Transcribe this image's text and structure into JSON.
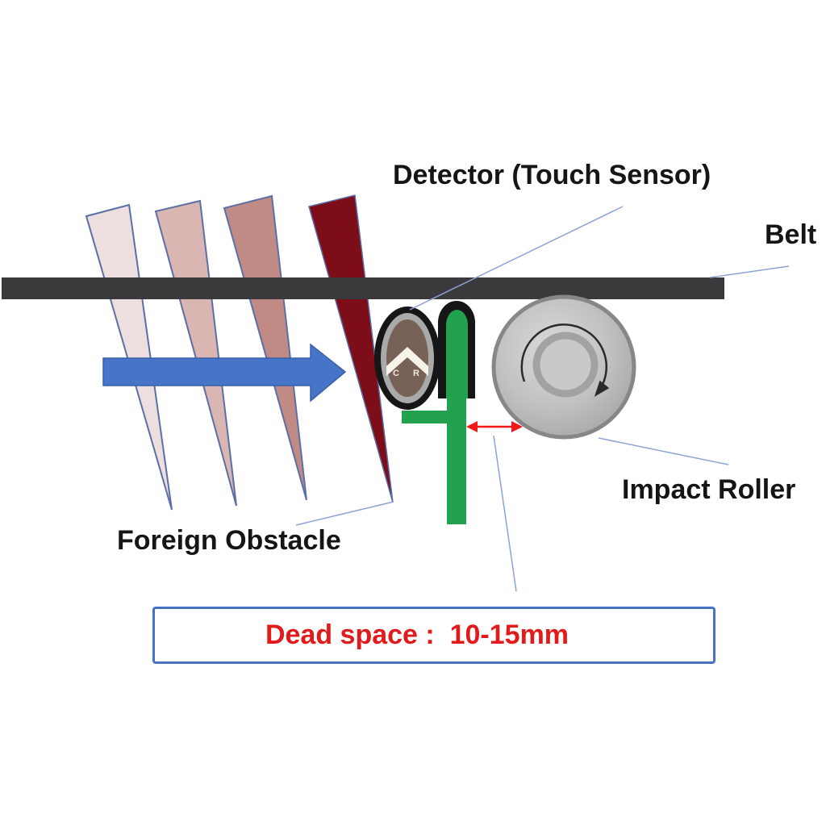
{
  "diagram": {
    "labels": {
      "detector": "Detector (Touch Sensor)",
      "belt": "Belt",
      "impact_roller": "Impact Roller",
      "foreign_obstacle": "Foreign Obstacle",
      "dead_space": "Dead space :  10-15mm"
    },
    "detector_logo": {
      "letter_left": "C",
      "letter_right": "R"
    },
    "colors": {
      "belt": "#3a3a3c",
      "spikes": [
        "#eddfdf",
        "#d9b6b1",
        "#c08b85",
        "#7d0d19"
      ],
      "spike_outline": "#5b6ea6",
      "flow_arrow": "#4674c6",
      "flow_arrow_outline": "#3a5fa8",
      "sensor_green": "#22a24e",
      "sensor_black": "#161616",
      "detector_gray": "#a9a9a9",
      "detector_brown": "#786156",
      "detector_chevron": "#f7f2ea",
      "dimension_red": "#f01818",
      "dead_space_text": "#e11b1b",
      "box_border": "#4472c4",
      "leader_line": "#8ba3d4",
      "label_text": "#151515",
      "roller_ring": "#a2a2a2"
    }
  }
}
